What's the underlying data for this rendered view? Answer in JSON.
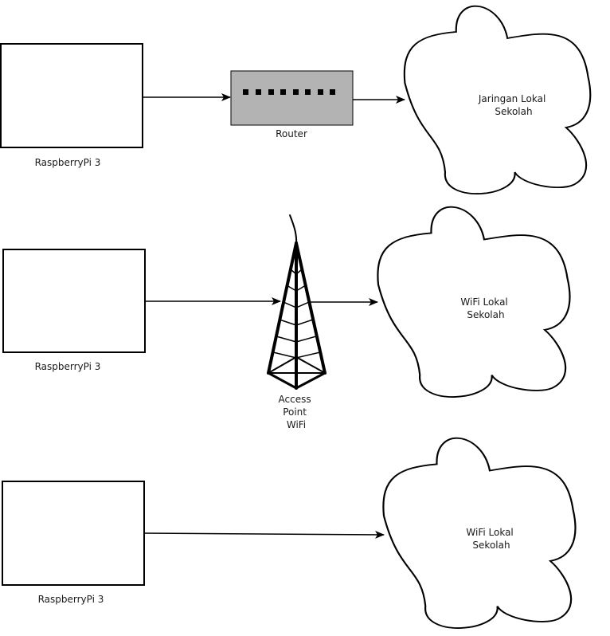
{
  "diagram": {
    "rows": [
      {
        "device": {
          "label": "RaspberryPi 3"
        },
        "intermediate": {
          "type": "router",
          "label": "Router",
          "fill": "#b3b3b3"
        },
        "network": {
          "lines": [
            "Jaringan Lokal",
            "Sekolah"
          ]
        }
      },
      {
        "device": {
          "label": "RaspberryPi 3"
        },
        "intermediate": {
          "type": "access-point",
          "lines": [
            "Access",
            "Point",
            "WiFi"
          ]
        },
        "network": {
          "lines": [
            "WiFi Lokal",
            "Sekolah"
          ]
        }
      },
      {
        "device": {
          "label": "RaspberryPi 3"
        },
        "intermediate": null,
        "network": {
          "lines": [
            "WiFi Lokal",
            "Sekolah"
          ]
        }
      }
    ]
  }
}
